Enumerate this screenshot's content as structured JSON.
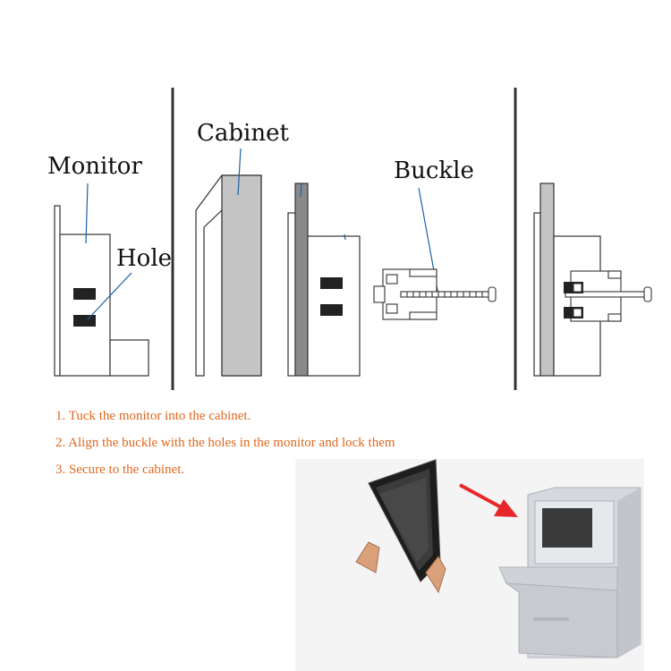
{
  "labels": {
    "monitor": "Monitor",
    "hole": "Hole",
    "cabinet": "Cabinet",
    "buckle": "Buckle"
  },
  "steps": [
    "1. Tuck the monitor into the cabinet.",
    "2. Align the buckle with the holes in the monitor and lock them",
    "3. Secure to the cabinet."
  ],
  "colors": {
    "step_text": "#e0671f",
    "leader_line": "#1f5fa8",
    "arrow": "#e8272a",
    "cabinet_fill": "#c4c4c4",
    "panel_fill": "#8a8a8a",
    "divider": "#333333"
  },
  "icons": {
    "arrow": "red-arrow-icon",
    "monitor_photo": "monitor-photo-icon",
    "kiosk_photo": "kiosk-cabinet-icon"
  }
}
